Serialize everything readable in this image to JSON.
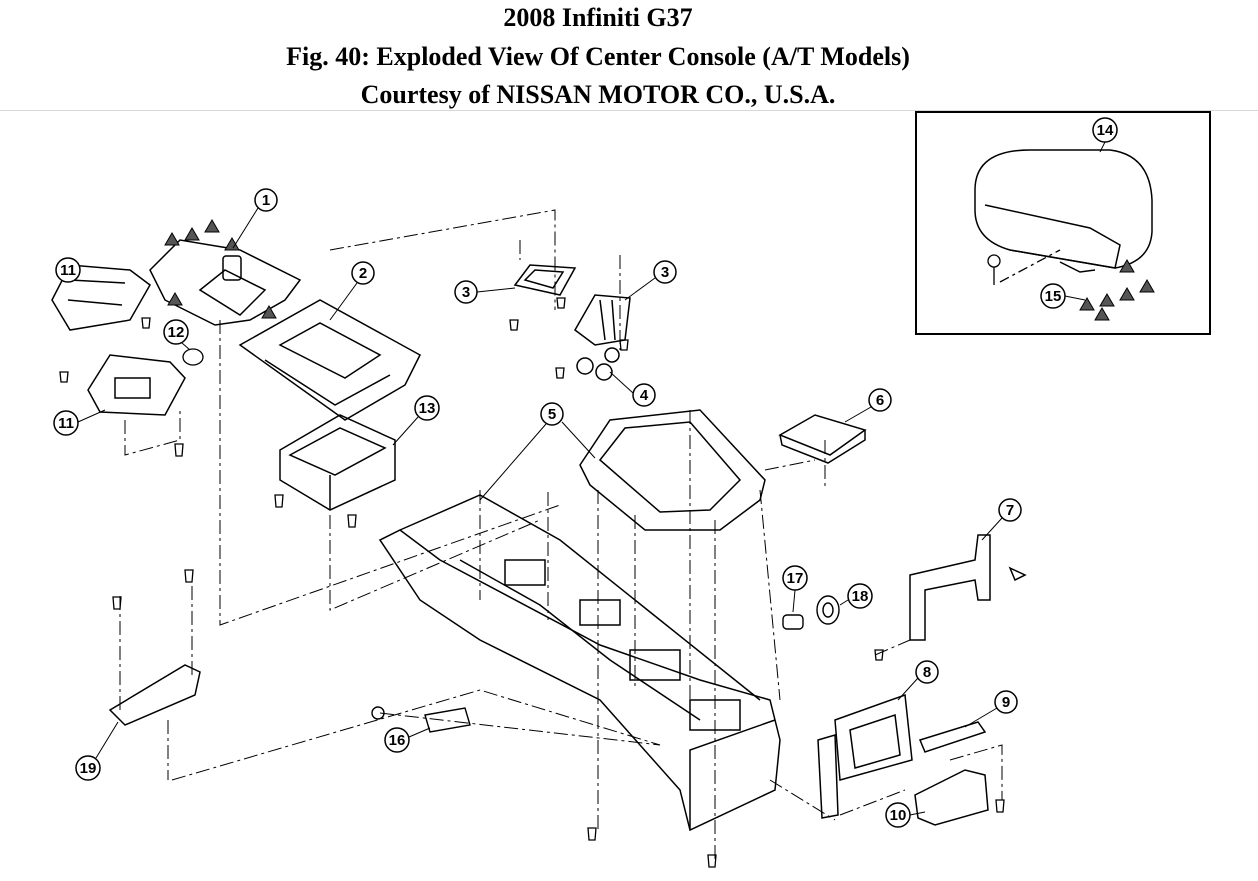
{
  "header": {
    "vehicle": "2008 Infiniti G37",
    "figure_title": "Fig. 40: Exploded View Of Center Console (A/T Models)",
    "courtesy": "Courtesy of NISSAN MOTOR CO., U.S.A."
  },
  "callouts": {
    "c1": "1",
    "c2": "2",
    "c3a": "3",
    "c3b": "3",
    "c4": "4",
    "c5": "5",
    "c6": "6",
    "c7": "7",
    "c8": "8",
    "c9": "9",
    "c10": "10",
    "c11a": "11",
    "c11b": "11",
    "c12": "12",
    "c13": "13",
    "c14": "14",
    "c15": "15",
    "c16": "16",
    "c17": "17",
    "c18": "18",
    "c19": "19"
  }
}
